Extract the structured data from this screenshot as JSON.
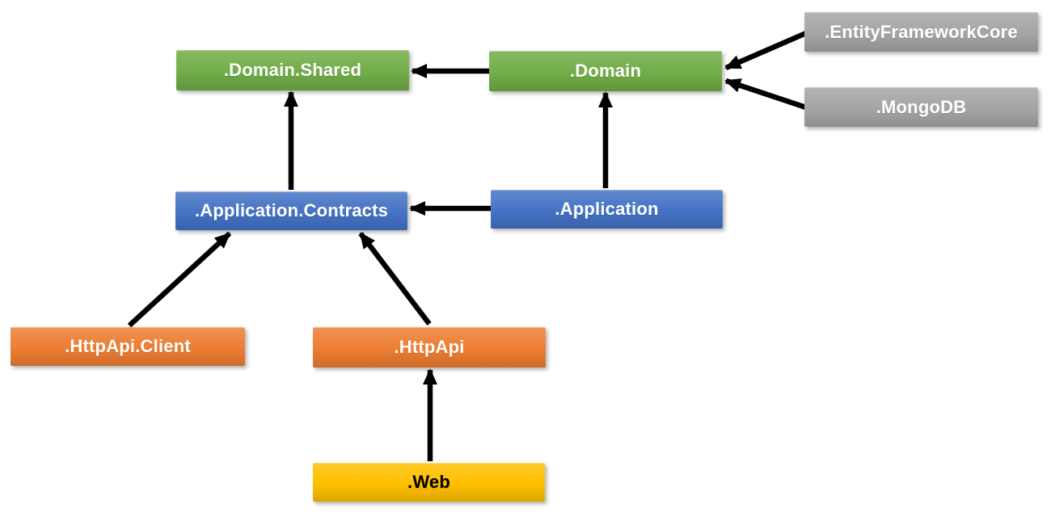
{
  "diagram": {
    "background_color": "#ffffff",
    "arrow_color": "#000000",
    "palette": {
      "green": "#70AD47",
      "blue": "#4472C4",
      "orange": "#ED7D31",
      "yellow": "#FFC000",
      "gray": "#A5A5A5"
    },
    "nodes": [
      {
        "id": "domain-shared",
        "label": ".Domain.Shared",
        "color_key": "green",
        "fill": "#70AD47",
        "text_color": "#FFFFFF"
      },
      {
        "id": "domain",
        "label": ".Domain",
        "color_key": "green",
        "fill": "#70AD47",
        "text_color": "#FFFFFF"
      },
      {
        "id": "entity-framework-core",
        "label": ".EntityFrameworkCore",
        "color_key": "gray",
        "fill": "#A5A5A5",
        "text_color": "#FFFFFF"
      },
      {
        "id": "mongodb",
        "label": ".MongoDB",
        "color_key": "gray",
        "fill": "#A5A5A5",
        "text_color": "#FFFFFF"
      },
      {
        "id": "application-contracts",
        "label": ".Application.Contracts",
        "color_key": "blue",
        "fill": "#4472C4",
        "text_color": "#FFFFFF"
      },
      {
        "id": "application",
        "label": ".Application",
        "color_key": "blue",
        "fill": "#4472C4",
        "text_color": "#FFFFFF"
      },
      {
        "id": "httpapi-client",
        "label": ".HttpApi.Client",
        "color_key": "orange",
        "fill": "#ED7D31",
        "text_color": "#FFFFFF"
      },
      {
        "id": "httpapi",
        "label": ".HttpApi",
        "color_key": "orange",
        "fill": "#ED7D31",
        "text_color": "#FFFFFF"
      },
      {
        "id": "web",
        "label": ".Web",
        "color_key": "yellow",
        "fill": "#FFC000",
        "text_color": "#000000"
      }
    ],
    "edges": [
      {
        "from": "domain",
        "to": "domain-shared"
      },
      {
        "from": "entity-framework-core",
        "to": "domain"
      },
      {
        "from": "mongodb",
        "to": "domain"
      },
      {
        "from": "application-contracts",
        "to": "domain-shared"
      },
      {
        "from": "application",
        "to": "domain"
      },
      {
        "from": "application",
        "to": "application-contracts"
      },
      {
        "from": "httpapi-client",
        "to": "application-contracts"
      },
      {
        "from": "httpapi",
        "to": "application-contracts"
      },
      {
        "from": "web",
        "to": "httpapi"
      }
    ]
  }
}
